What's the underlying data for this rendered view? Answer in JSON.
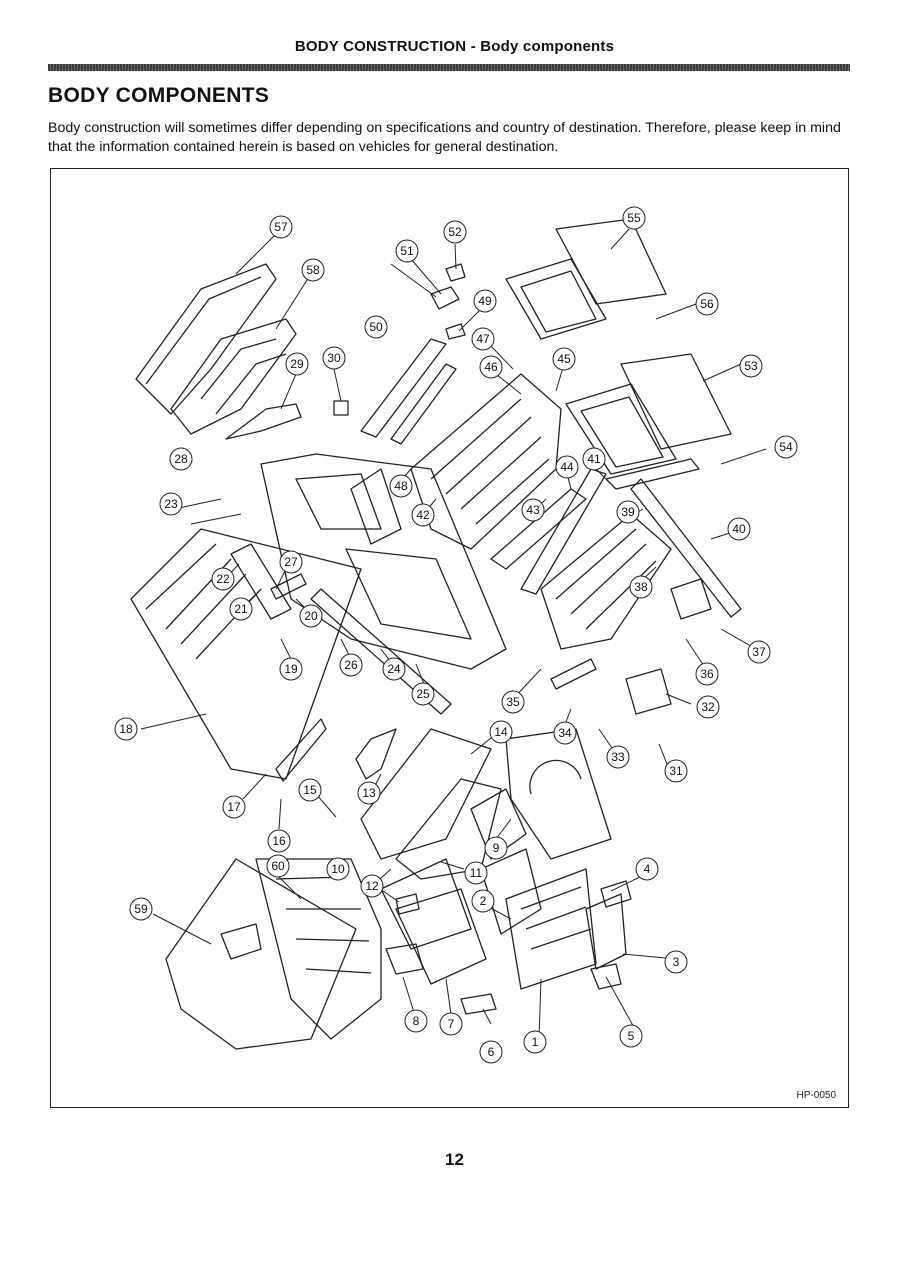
{
  "header": {
    "title": "BODY CONSTRUCTION - Body components"
  },
  "section": {
    "title": "BODY COMPONENTS",
    "intro": "Body construction will sometimes differ depending on specifications and country of destination. Therefore, please keep in mind that the information contained herein is based on vehicles for general destination."
  },
  "figure": {
    "code": "HP-0050",
    "callouts": [
      "1",
      "2",
      "3",
      "4",
      "5",
      "6",
      "7",
      "8",
      "9",
      "11",
      "12",
      "13",
      "14",
      "15",
      "16",
      "17",
      "18",
      "19",
      "20",
      "21",
      "22",
      "23",
      "24",
      "25",
      "26",
      "27",
      "28",
      "29",
      "30",
      "31",
      "32",
      "33",
      "34",
      "35",
      "36",
      "37",
      "38",
      "39",
      "40",
      "41",
      "42",
      "43",
      "44",
      "45",
      "46",
      "47",
      "48",
      "49",
      "50",
      "51",
      "52",
      "53",
      "54",
      "55",
      "56",
      "57",
      "58",
      "59",
      "60",
      "10"
    ]
  },
  "footer": {
    "page_number": "12"
  }
}
